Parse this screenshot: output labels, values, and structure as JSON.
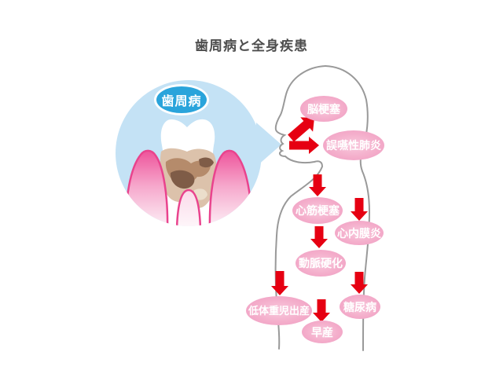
{
  "title": "歯周病と全身疾患",
  "inset": {
    "label": "歯周病"
  },
  "diseases": [
    {
      "id": "cerebral-infarction",
      "label": "脳梗塞"
    },
    {
      "id": "aspiration-pneumonia",
      "label": "誤嚥性肺炎"
    },
    {
      "id": "myocardial-infarction",
      "label": "心筋梗塞"
    },
    {
      "id": "endocarditis",
      "label": "心内膜炎"
    },
    {
      "id": "arteriosclerosis",
      "label": "動脈硬化"
    },
    {
      "id": "low-birth-weight",
      "label": "低体重児出産"
    },
    {
      "id": "diabetes",
      "label": "糖尿病"
    },
    {
      "id": "premature-birth",
      "label": "早産"
    }
  ],
  "colors": {
    "arrow": "#E60012",
    "bubble_pink_edge": "#EF9CC2",
    "bubble_pink_center": "#F8C9DD",
    "bubble_text": "#FFFFFF",
    "inset_circle": "#C4E2F5",
    "inset_label_bg": "#2AA4DB",
    "body_outline": "#999999",
    "gum_pink": "#EE549B",
    "gum_outline": "#E9438D",
    "tartar_dark": "#7F5C47",
    "tartar_mid": "#B58B6B",
    "tartar_light": "#DCC2AB",
    "title_text": "#4D4D4D"
  }
}
